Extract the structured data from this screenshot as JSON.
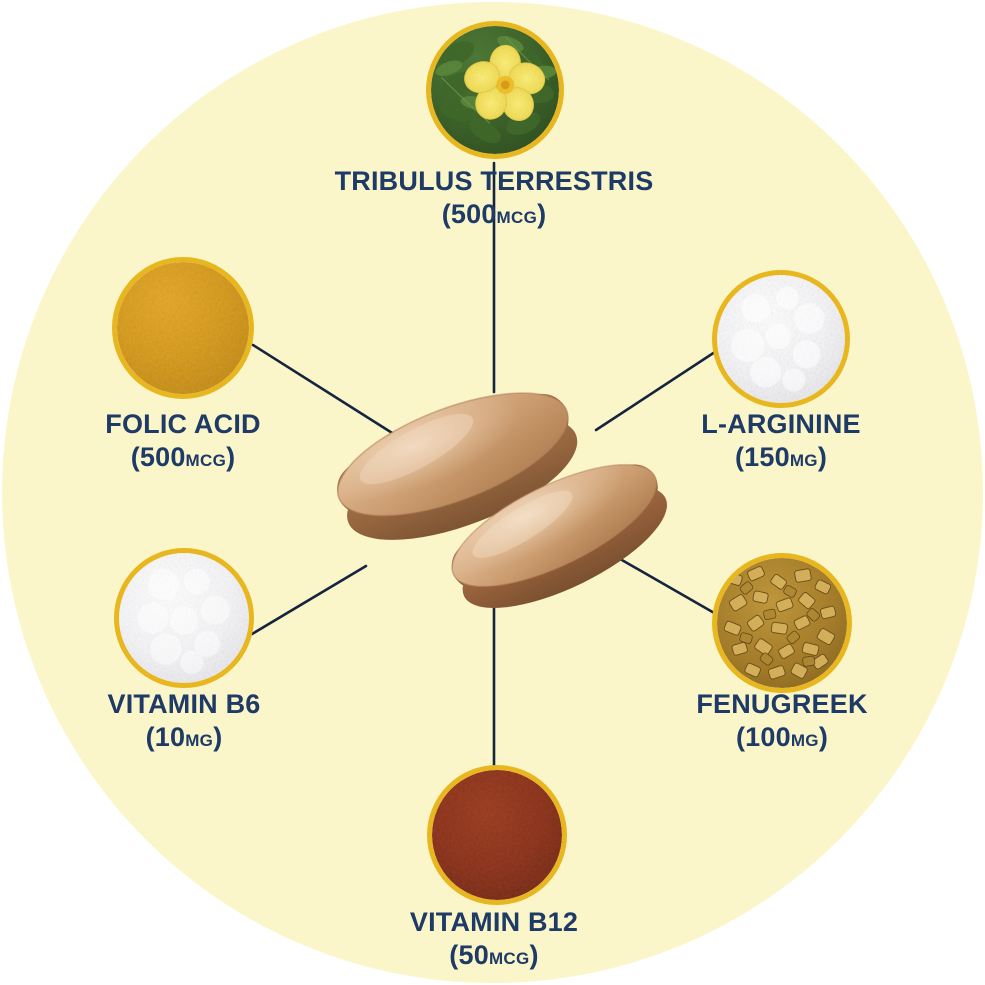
{
  "graphic": {
    "kind": "supplement-ingredient-infographic",
    "background_color": "#ffffff",
    "disc_color": "#fbf6c9",
    "accent_ring_color": "#e8b720",
    "text_color": "#1e3a66",
    "connector_color": "#16253f",
    "tablet_color": "#c89b6e"
  },
  "center": {
    "name": "tablets",
    "count": 2,
    "description": "two oval tan tablets"
  },
  "ingredients": [
    {
      "id": "tribulus-terrestris",
      "name": "TRIBULUS TERRESTRIS",
      "amount": "500",
      "unit": "MCG",
      "dose_open": "(",
      "dose_close": ")",
      "icon": "tribulus-flower-photo",
      "swatch": "#5b8a3c"
    },
    {
      "id": "folic-acid",
      "name": "FOLIC ACID",
      "amount": "500",
      "unit": "MCG",
      "dose_open": "(",
      "dose_close": ")",
      "icon": "folic-acid-powder-photo",
      "swatch": "#d99b16"
    },
    {
      "id": "l-arginine",
      "name": "L-ARGININE",
      "amount": "150",
      "unit": "MG",
      "dose_open": "(",
      "dose_close": ")",
      "icon": "l-arginine-powder-photo",
      "swatch": "#f2f2f4"
    },
    {
      "id": "vitamin-b6",
      "name": "VITAMIN B6",
      "amount": "10",
      "unit": "MG",
      "dose_open": "(",
      "dose_close": ")",
      "icon": "vitamin-b6-powder-photo",
      "swatch": "#f2f2f4"
    },
    {
      "id": "fenugreek",
      "name": "FENUGREEK",
      "amount": "100",
      "unit": "MG",
      "dose_open": "(",
      "dose_close": ")",
      "icon": "fenugreek-seeds-photo",
      "swatch": "#a87f2b"
    },
    {
      "id": "vitamin-b12",
      "name": "VITAMIN B12",
      "amount": "50",
      "unit": "MCG",
      "dose_open": "(",
      "dose_close": ")",
      "icon": "vitamin-b12-powder-photo",
      "swatch": "#8e3118"
    }
  ]
}
